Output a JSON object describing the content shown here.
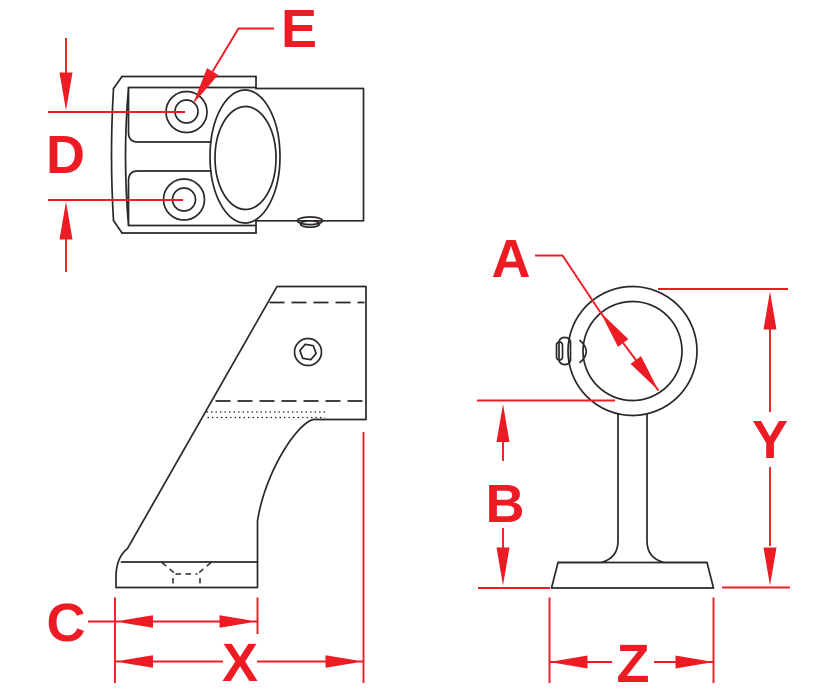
{
  "drawing": {
    "type": "engineering-drawing",
    "description": "Three-view orthographic line drawing of a handrail post bracket with red dimension callouts",
    "colors": {
      "line": "#2b2627",
      "accent": "#ed1c24",
      "background": "#ffffff"
    },
    "views": {
      "top_view": "top view - clamp body with two counterbored holes, rail socket and set screw",
      "side_view": "side view - angled bracket profile with hex socket screw and hidden base hole",
      "front_view": "front view - ring on stem with flared base and side set screw"
    },
    "labels": {
      "a": "A",
      "b": "B",
      "c": "C",
      "d": "D",
      "e": "E",
      "x": "X",
      "y": "Y",
      "z": "Z"
    }
  }
}
